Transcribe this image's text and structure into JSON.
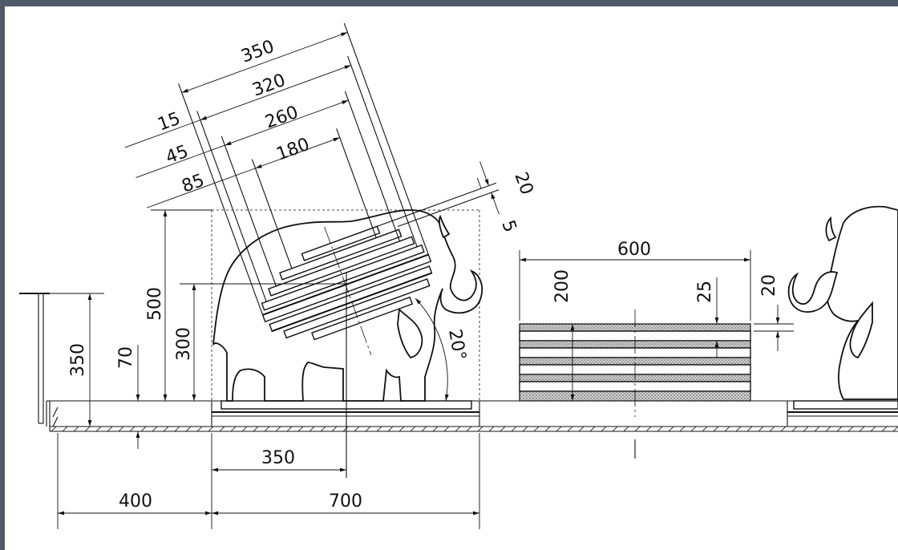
{
  "drawing": {
    "dimensions": {
      "d350_top": "350",
      "d320": "320",
      "d260": "260",
      "d180": "180",
      "d15": "15",
      "d45": "45",
      "d85": "85",
      "d20_tilt": "20",
      "d5_tilt": "5",
      "d600": "600",
      "d200": "200",
      "d25": "25",
      "d20_right": "20",
      "d500": "500",
      "d300": "300",
      "d350_left": "350",
      "d70": "70",
      "d350_bottom": "350",
      "d400": "400",
      "d700": "700",
      "angle20": "20°"
    }
  }
}
